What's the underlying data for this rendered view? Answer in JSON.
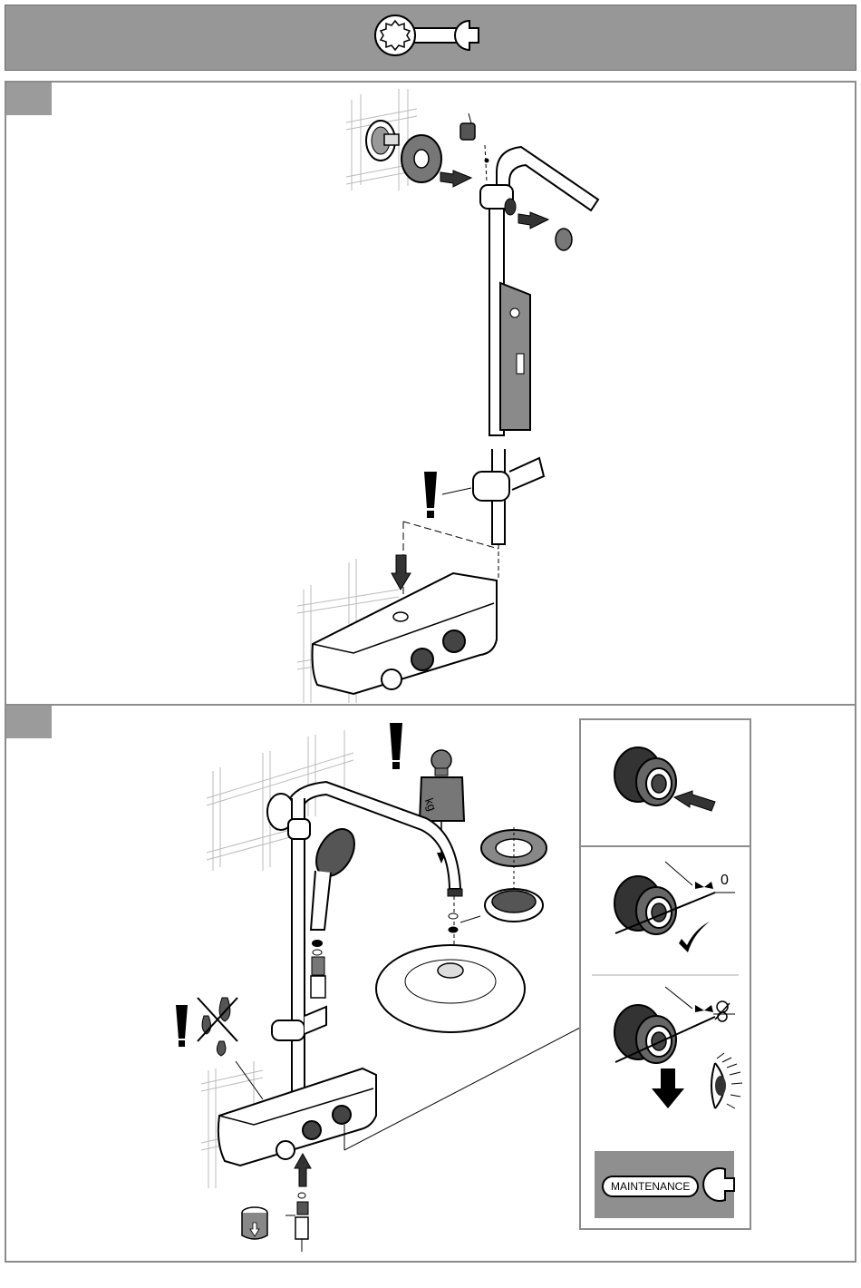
{
  "header": {
    "icon": "wrench-icon"
  },
  "steps": [
    {
      "icon": "exclamation-icon"
    },
    {
      "icon": "exclamation-icon"
    }
  ],
  "inset": {
    "measure_label": "0",
    "maintenance_label": "MAINTENANCE",
    "icons": [
      "arrow-right-icon",
      "check-icon",
      "arrow-down-icon",
      "eye-icon",
      "not-visible-icon",
      "wrench-icon"
    ]
  },
  "weight_label": "kg",
  "colors": {
    "header_bg": "#979797",
    "tab_bg": "#9b9b9b",
    "maintenance_bg": "#8f8f8f"
  }
}
